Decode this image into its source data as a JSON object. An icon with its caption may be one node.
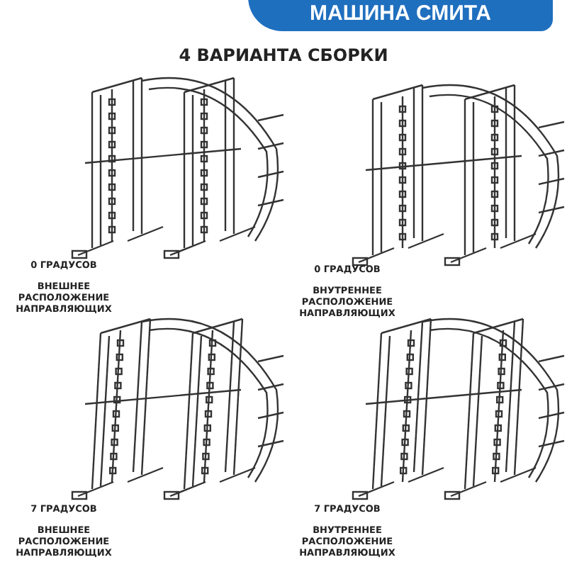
{
  "diagram": {
    "title": "МАШИНА СМИТА",
    "labels": [
      "4 ВАРИАНТА СБОРКИ",
      "0 ГРАДУСОВ",
      "ВНЕШНЕЕ РАСПОЛОЖЕНИЕ НАПРАВЛЯЮЩИХ",
      "0 ГРАДУСОВ",
      "ВНУТРЕННЕЕ РАСПОЛОЖЕНИЕ НАПРАВЛЯЮЩИХ",
      "7 ГРАДУСОВ",
      "ВНЕШНЕЕ РАСПОЛОЖЕНИЕ НАПРАВЛЯЮЩИХ",
      "7 ГРАДУСОВ",
      "ВНУТРЕННЕЕ РАСПОЛОЖЕНИЕ НАПРАВЛЯЮЩИХ"
    ]
  }
}
